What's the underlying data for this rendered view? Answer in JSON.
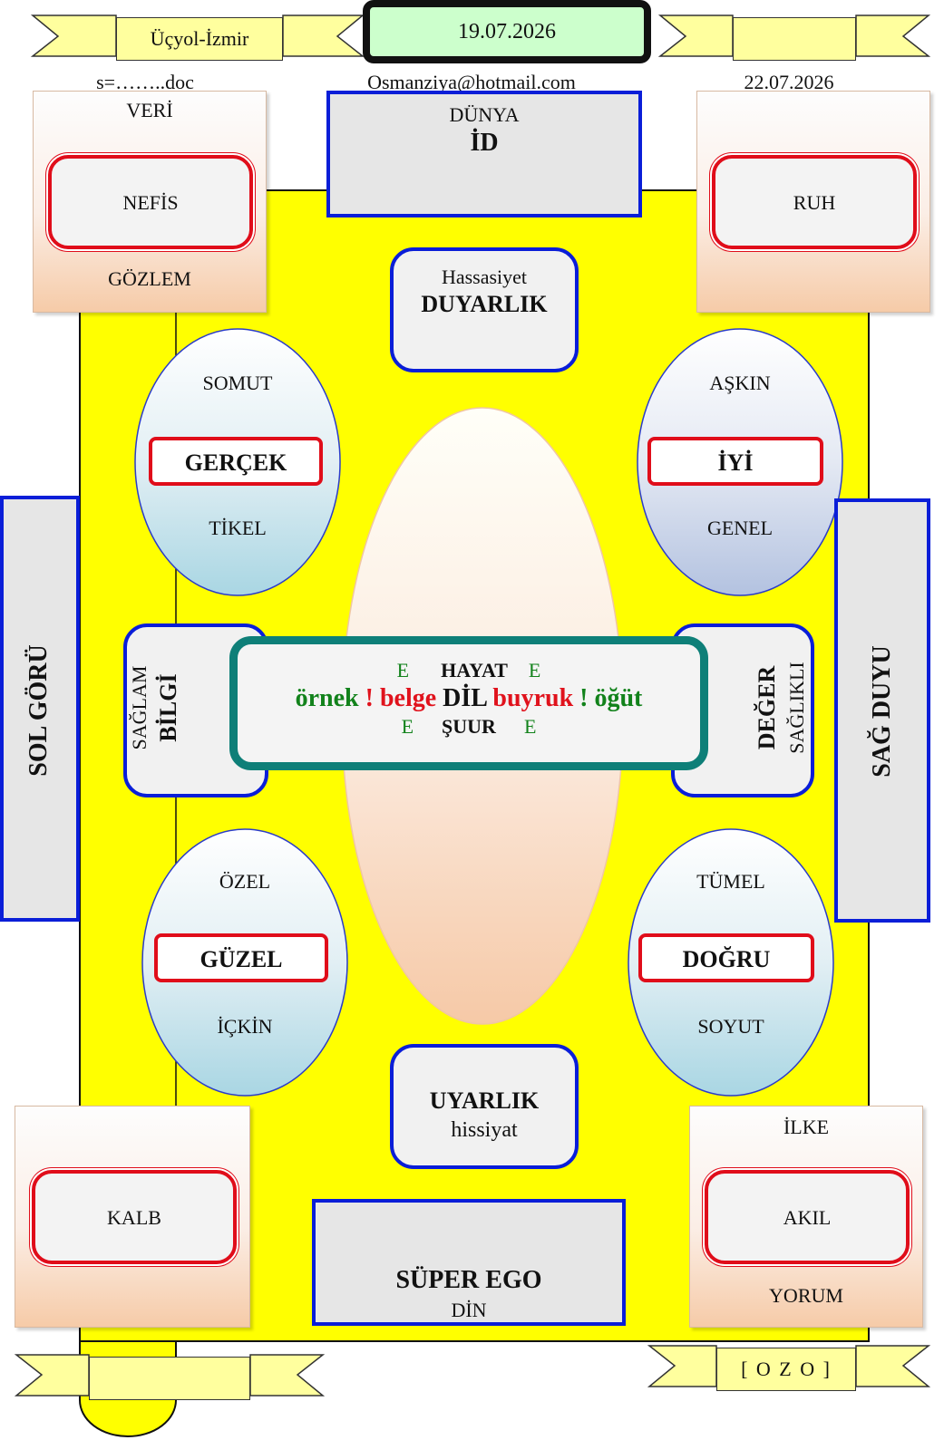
{
  "header": {
    "left_banner": "Üçyol-İzmir",
    "date_top": "19.07.2026",
    "right_banner": "",
    "file_ref": "s=……..doc",
    "email": "Osmanziya@hotmail.com",
    "date_right": "22.07.2026"
  },
  "top": {
    "id_top": "DÜNYA",
    "id_main": "İD",
    "duyarlik_top": "Hassasiyet",
    "duyarlik_main": "DUYARLIK"
  },
  "corners": {
    "top_left": {
      "top": "VERİ",
      "inner": "NEFİS",
      "bottom": "GÖZLEM"
    },
    "top_right": {
      "inner": "RUH"
    },
    "bottom_left": {
      "inner": "KALB"
    },
    "bottom_right": {
      "top": "İLKE",
      "inner": "AKIL",
      "bottom": "YORUM"
    }
  },
  "ovals": {
    "upper_left": {
      "top": "SOMUT",
      "main": "GERÇEK",
      "bottom": "TİKEL"
    },
    "upper_right": {
      "top": "AŞKIN",
      "main": "İYİ",
      "bottom": "GENEL"
    },
    "lower_left": {
      "top": "ÖZEL",
      "main": "GÜZEL",
      "bottom": "İÇKİN"
    },
    "lower_right": {
      "top": "TÜMEL",
      "main": "DOĞRU",
      "bottom": "SOYUT"
    }
  },
  "sides": {
    "left_panel": "SOL   GÖRÜ",
    "right_panel": "SAĞ   DUYU",
    "bilgi_small": "SAĞLAM",
    "bilgi_main": "BİLGİ",
    "deger_main": "DEĞER",
    "deger_small": "SAĞLIKLI"
  },
  "center": {
    "e": "E",
    "hayat": "HAYAT",
    "suur": "ŞUUR",
    "ornek": "örnek",
    "bang": "!",
    "belge": "belge",
    "dil": "DİL",
    "buyruk": "buyruk",
    "ogut": "öğüt"
  },
  "bottom": {
    "uyarlik_main": "UYARLIK",
    "uyarlik_sub": "hissiyat",
    "superego_main": "SÜPER EGO",
    "superego_sub": "DİN",
    "left_banner": "",
    "right_banner": "[ O Z O ]"
  }
}
